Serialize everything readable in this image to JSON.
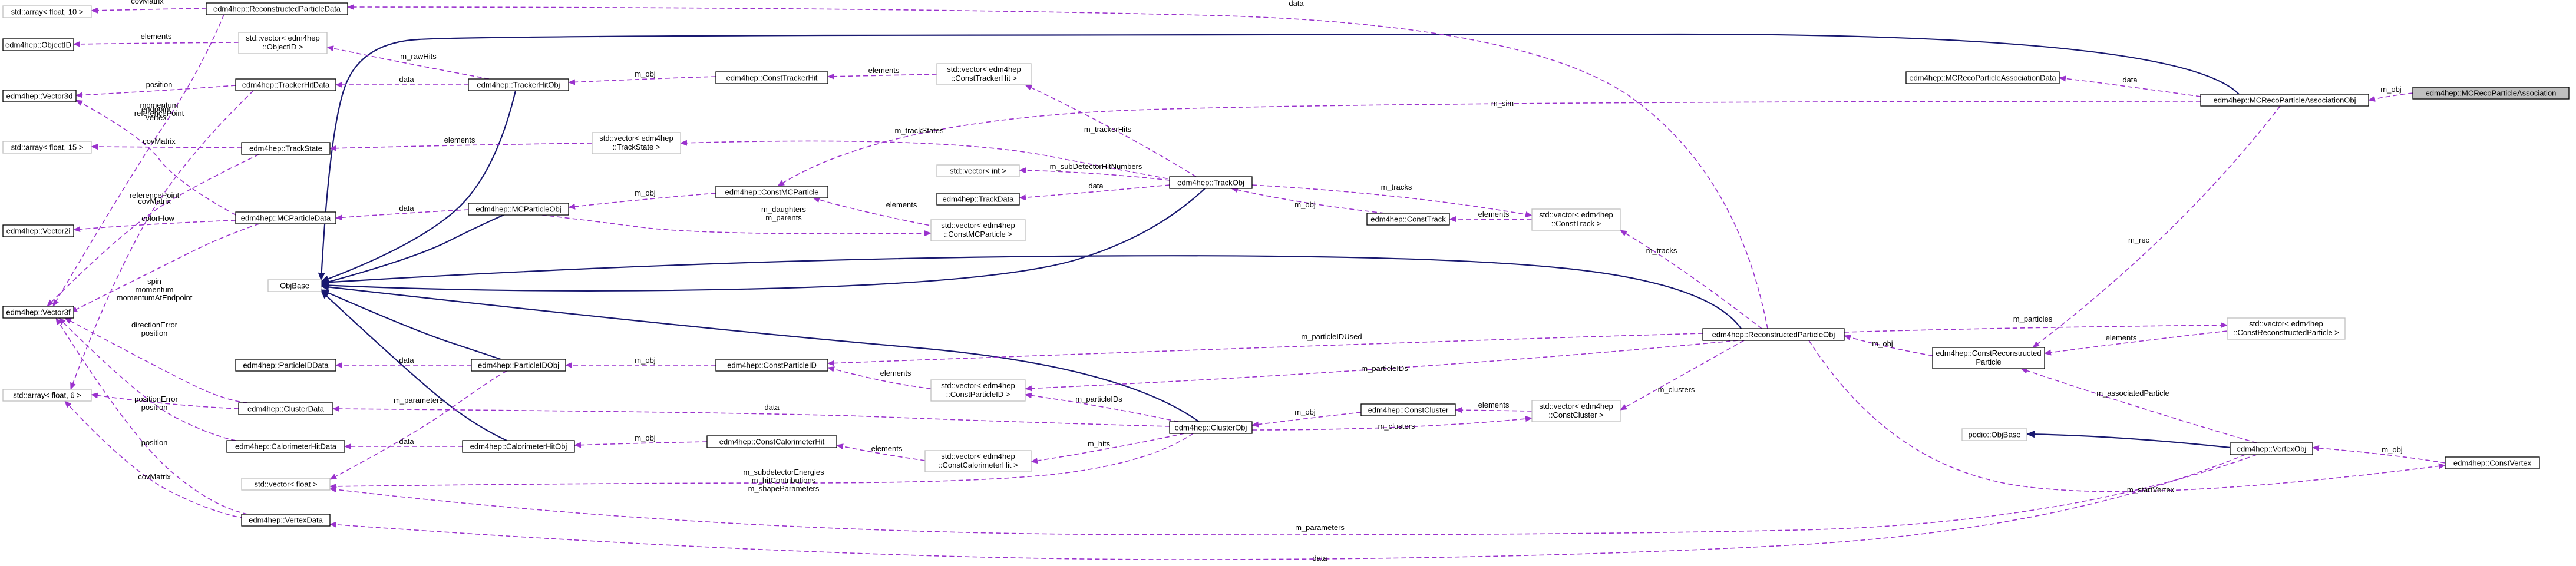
{
  "diagram": {
    "nodes": [
      {
        "id": "arr10",
        "label": [
          "std::array< float, 10 >"
        ],
        "style": "grey"
      },
      {
        "id": "objid",
        "label": [
          "edm4hep::ObjectID"
        ],
        "style": "normal"
      },
      {
        "id": "vec3d",
        "label": [
          "edm4hep::Vector3d"
        ],
        "style": "normal"
      },
      {
        "id": "arr15",
        "label": [
          "std::array< float, 15 >"
        ],
        "style": "grey"
      },
      {
        "id": "vec2i",
        "label": [
          "edm4hep::Vector2i"
        ],
        "style": "normal"
      },
      {
        "id": "vec3f",
        "label": [
          "edm4hep::Vector3f"
        ],
        "style": "normal"
      },
      {
        "id": "arr6",
        "label": [
          "std::array< float, 6 >"
        ],
        "style": "grey"
      },
      {
        "id": "recodata",
        "label": [
          "edm4hep::ReconstructedParticleData"
        ],
        "style": "normal"
      },
      {
        "id": "vecobjid",
        "label": [
          "std::vector< edm4hep",
          "::ObjectID >"
        ],
        "style": "grey"
      },
      {
        "id": "trkhitdata",
        "label": [
          "edm4hep::TrackerHitData"
        ],
        "style": "normal"
      },
      {
        "id": "trackstate",
        "label": [
          "edm4hep::TrackState"
        ],
        "style": "normal"
      },
      {
        "id": "mcpdata",
        "label": [
          "edm4hep::MCParticleData"
        ],
        "style": "normal"
      },
      {
        "id": "objbase",
        "label": [
          "ObjBase"
        ],
        "style": "grey"
      },
      {
        "id": "pidata",
        "label": [
          "edm4hep::ParticleIDData"
        ],
        "style": "normal"
      },
      {
        "id": "clusterdata",
        "label": [
          "edm4hep::ClusterData"
        ],
        "style": "normal"
      },
      {
        "id": "calohitdata",
        "label": [
          "edm4hep::CalorimeterHitData"
        ],
        "style": "normal"
      },
      {
        "id": "vecfloat",
        "label": [
          "std::vector< float >"
        ],
        "style": "grey"
      },
      {
        "id": "vertexdata",
        "label": [
          "edm4hep::VertexData"
        ],
        "style": "normal"
      },
      {
        "id": "trkhitobj",
        "label": [
          "edm4hep::TrackerHitObj"
        ],
        "style": "normal"
      },
      {
        "id": "mcpobj",
        "label": [
          "edm4hep::MCParticleObj"
        ],
        "style": "normal"
      },
      {
        "id": "piobj",
        "label": [
          "edm4hep::ParticleIDObj"
        ],
        "style": "normal"
      },
      {
        "id": "calohitobj",
        "label": [
          "edm4hep::CalorimeterHitObj"
        ],
        "style": "normal"
      },
      {
        "id": "consttrkhit",
        "label": [
          "edm4hep::ConstTrackerHit"
        ],
        "style": "normal"
      },
      {
        "id": "vectrkstate",
        "label": [
          "std::vector< edm4hep",
          "::TrackState >"
        ],
        "style": "grey"
      },
      {
        "id": "constmcp",
        "label": [
          "edm4hep::ConstMCParticle"
        ],
        "style": "normal"
      },
      {
        "id": "constpid",
        "label": [
          "edm4hep::ConstParticleID"
        ],
        "style": "normal"
      },
      {
        "id": "constcalohit",
        "label": [
          "edm4hep::ConstCalorimeterHit"
        ],
        "style": "normal"
      },
      {
        "id": "vecconsttrkhit",
        "label": [
          "std::vector< edm4hep",
          "::ConstTrackerHit >"
        ],
        "style": "grey"
      },
      {
        "id": "vecint",
        "label": [
          "std::vector< int >"
        ],
        "style": "grey"
      },
      {
        "id": "trackdata",
        "label": [
          "edm4hep::TrackData"
        ],
        "style": "normal"
      },
      {
        "id": "vecconstmcp",
        "label": [
          "std::vector< edm4hep",
          "::ConstMCParticle >"
        ],
        "style": "grey"
      },
      {
        "id": "vecconstpid",
        "label": [
          "std::vector< edm4hep",
          "::ConstParticleID >"
        ],
        "style": "grey"
      },
      {
        "id": "vecconstcalohit",
        "label": [
          "std::vector< edm4hep",
          "::ConstCalorimeterHit >"
        ],
        "style": "grey"
      },
      {
        "id": "trackobj",
        "label": [
          "edm4hep::TrackObj"
        ],
        "style": "normal"
      },
      {
        "id": "clusterobj",
        "label": [
          "edm4hep::ClusterObj"
        ],
        "style": "normal"
      },
      {
        "id": "consttrack",
        "label": [
          "edm4hep::ConstTrack"
        ],
        "style": "normal"
      },
      {
        "id": "constcluster",
        "label": [
          "edm4hep::ConstCluster"
        ],
        "style": "normal"
      },
      {
        "id": "vecconsttrack",
        "label": [
          "std::vector< edm4hep",
          "::ConstTrack >"
        ],
        "style": "grey"
      },
      {
        "id": "vecconstcluster",
        "label": [
          "std::vector< edm4hep",
          "::ConstCluster >"
        ],
        "style": "grey"
      },
      {
        "id": "recoobj",
        "label": [
          "edm4hep::ReconstructedParticleObj"
        ],
        "style": "normal"
      },
      {
        "id": "mcrecodata",
        "label": [
          "edm4hep::MCRecoParticleAssociationData"
        ],
        "style": "normal"
      },
      {
        "id": "mcrecoobj",
        "label": [
          "edm4hep::MCRecoParticleAssociationObj"
        ],
        "style": "normal"
      },
      {
        "id": "constreco",
        "label": [
          "edm4hep::ConstReconstructed",
          "Particle"
        ],
        "style": "normal"
      },
      {
        "id": "podioobjbase",
        "label": [
          "podio::ObjBase"
        ],
        "style": "grey"
      },
      {
        "id": "vecconstreco",
        "label": [
          "std::vector< edm4hep",
          "::ConstReconstructedParticle >"
        ],
        "style": "grey"
      },
      {
        "id": "vertexobj",
        "label": [
          "edm4hep::VertexObj"
        ],
        "style": "normal"
      },
      {
        "id": "constvertex",
        "label": [
          "edm4hep::ConstVertex"
        ],
        "style": "normal"
      },
      {
        "id": "mcreco",
        "label": [
          "edm4hep::MCRecoParticleAssociation"
        ],
        "style": "highlight"
      }
    ],
    "edges": [
      {
        "from": "objbase",
        "to": "trkhitobj",
        "kind": "inheritance",
        "label": []
      },
      {
        "from": "objbase",
        "to": "mcpobj",
        "kind": "inheritance",
        "label": []
      },
      {
        "from": "objbase",
        "to": "piobj",
        "kind": "inheritance",
        "label": []
      },
      {
        "from": "objbase",
        "to": "calohitobj",
        "kind": "inheritance",
        "label": []
      },
      {
        "from": "objbase",
        "to": "trackobj",
        "kind": "inheritance",
        "label": []
      },
      {
        "from": "objbase",
        "to": "clusterobj",
        "kind": "inheritance",
        "label": []
      },
      {
        "from": "objbase",
        "to": "recoobj",
        "kind": "inheritance",
        "label": []
      },
      {
        "from": "objbase",
        "to": "mcrecoobj",
        "kind": "inheritance",
        "label": []
      },
      {
        "from": "podioobjbase",
        "to": "vertexobj",
        "kind": "inheritance",
        "label": []
      },
      {
        "from": "arr10",
        "to": "recodata",
        "kind": "usage",
        "label": [
          "covMatrix"
        ]
      },
      {
        "from": "objid",
        "to": "vecobjid",
        "kind": "usage",
        "label": [
          "elements"
        ]
      },
      {
        "from": "vec3d",
        "to": "trkhitdata",
        "kind": "usage",
        "label": [
          "position"
        ]
      },
      {
        "from": "vec3d",
        "to": "mcpdata",
        "kind": "usage",
        "label": [
          "endpoint",
          "vertex"
        ]
      },
      {
        "from": "arr15",
        "to": "trackstate",
        "kind": "usage",
        "label": [
          "covMatrix"
        ]
      },
      {
        "from": "vec2i",
        "to": "mcpdata",
        "kind": "usage",
        "label": [
          "colorFlow"
        ]
      },
      {
        "from": "vec3f",
        "to": "recodata",
        "kind": "usage",
        "label": [
          "momentum",
          "referencePoint"
        ]
      },
      {
        "from": "vec3f",
        "to": "trackstate",
        "kind": "usage",
        "label": [
          "referencePoint"
        ]
      },
      {
        "from": "vec3f",
        "to": "mcpdata",
        "kind": "usage",
        "label": [
          "spin",
          "momentum",
          "momentumAtEndpoint"
        ]
      },
      {
        "from": "vec3f",
        "to": "clusterdata",
        "kind": "usage",
        "label": [
          "directionError",
          "position"
        ]
      },
      {
        "from": "vec3f",
        "to": "calohitdata",
        "kind": "usage",
        "label": [
          "position"
        ]
      },
      {
        "from": "vec3f",
        "to": "vertexdata",
        "kind": "usage",
        "label": [
          "position"
        ]
      },
      {
        "from": "arr6",
        "to": "trkhitdata",
        "kind": "usage",
        "label": [
          "covMatrix"
        ]
      },
      {
        "from": "arr6",
        "to": "clusterdata",
        "kind": "usage",
        "label": [
          "positionError"
        ]
      },
      {
        "from": "arr6",
        "to": "vertexdata",
        "kind": "usage",
        "label": [
          "covMatrix"
        ]
      },
      {
        "from": "recodata",
        "to": "recoobj",
        "kind": "usage",
        "label": [
          "data"
        ]
      },
      {
        "from": "vecobjid",
        "to": "trkhitobj",
        "kind": "usage",
        "label": [
          "m_rawHits"
        ]
      },
      {
        "from": "trkhitdata",
        "to": "trkhitobj",
        "kind": "usage",
        "label": [
          "data"
        ]
      },
      {
        "from": "trackstate",
        "to": "vectrkstate",
        "kind": "usage",
        "label": [
          "elements"
        ]
      },
      {
        "from": "mcpdata",
        "to": "mcpobj",
        "kind": "usage",
        "label": [
          "data"
        ]
      },
      {
        "from": "pidata",
        "to": "piobj",
        "kind": "usage",
        "label": [
          "data"
        ]
      },
      {
        "from": "clusterdata",
        "to": "clusterobj",
        "kind": "usage",
        "label": [
          "data"
        ]
      },
      {
        "from": "calohitdata",
        "to": "calohitobj",
        "kind": "usage",
        "label": [
          "data"
        ]
      },
      {
        "from": "vecfloat",
        "to": "piobj",
        "kind": "usage",
        "label": [
          "m_parameters"
        ]
      },
      {
        "from": "vecfloat",
        "to": "clusterobj",
        "kind": "usage",
        "label": [
          "m_subdetectorEnergies",
          "m_hitContributions",
          "m_shapeParameters"
        ]
      },
      {
        "from": "vecfloat",
        "to": "vertexobj",
        "kind": "usage",
        "label": [
          "m_parameters"
        ]
      },
      {
        "from": "vertexdata",
        "to": "vertexobj",
        "kind": "usage",
        "label": [
          "data"
        ]
      },
      {
        "from": "trkhitobj",
        "to": "consttrkhit",
        "kind": "usage",
        "label": [
          "m_obj"
        ]
      },
      {
        "from": "mcpobj",
        "to": "constmcp",
        "kind": "usage",
        "label": [
          "m_obj"
        ]
      },
      {
        "from": "piobj",
        "to": "constpid",
        "kind": "usage",
        "label": [
          "m_obj"
        ]
      },
      {
        "from": "calohitobj",
        "to": "constcalohit",
        "kind": "usage",
        "label": [
          "m_obj"
        ]
      },
      {
        "from": "consttrkhit",
        "to": "vecconsttrkhit",
        "kind": "usage",
        "label": [
          "elements"
        ]
      },
      {
        "from": "vectrkstate",
        "to": "trackobj",
        "kind": "usage",
        "label": [
          "m_trackStates"
        ]
      },
      {
        "from": "constmcp",
        "to": "vecconstmcp",
        "kind": "usage",
        "label": [
          "elements"
        ]
      },
      {
        "from": "vecconstmcp",
        "to": "mcpobj",
        "kind": "usage",
        "label": [
          "m_daughters",
          "m_parents"
        ]
      },
      {
        "from": "constmcp",
        "to": "mcrecoobj",
        "kind": "usage",
        "label": [
          "m_sim"
        ]
      },
      {
        "from": "constpid",
        "to": "vecconstpid",
        "kind": "usage",
        "label": [
          "elements"
        ]
      },
      {
        "from": "constpid",
        "to": "recoobj",
        "kind": "usage",
        "label": [
          "m_particleIDUsed"
        ]
      },
      {
        "from": "constcalohit",
        "to": "vecconstcalohit",
        "kind": "usage",
        "label": [
          "elements"
        ]
      },
      {
        "from": "vecconsttrkhit",
        "to": "trackobj",
        "kind": "usage",
        "label": [
          "m_trackerHits"
        ]
      },
      {
        "from": "vecint",
        "to": "trackobj",
        "kind": "usage",
        "label": [
          "m_subDetectorHitNumbers"
        ]
      },
      {
        "from": "trackdata",
        "to": "trackobj",
        "kind": "usage",
        "label": [
          "data"
        ]
      },
      {
        "from": "vecconstpid",
        "to": "clusterobj",
        "kind": "usage",
        "label": [
          "m_particleIDs"
        ]
      },
      {
        "from": "vecconstpid",
        "to": "recoobj",
        "kind": "usage",
        "label": [
          "m_particleIDs"
        ]
      },
      {
        "from": "vecconstcalohit",
        "to": "clusterobj",
        "kind": "usage",
        "label": [
          "m_hits"
        ]
      },
      {
        "from": "trackobj",
        "to": "consttrack",
        "kind": "usage",
        "label": [
          "m_obj"
        ]
      },
      {
        "from": "vecconsttrack",
        "to": "trackobj",
        "kind": "usage",
        "label": [
          "m_tracks"
        ]
      },
      {
        "from": "consttrack",
        "to": "vecconsttrack",
        "kind": "usage",
        "label": [
          "elements"
        ]
      },
      {
        "from": "vecconsttrack",
        "to": "recoobj",
        "kind": "usage",
        "label": [
          "m_tracks"
        ]
      },
      {
        "from": "clusterobj",
        "to": "constcluster",
        "kind": "usage",
        "label": [
          "m_obj"
        ]
      },
      {
        "from": "constcluster",
        "to": "vecconstcluster",
        "kind": "usage",
        "label": [
          "elements"
        ]
      },
      {
        "from": "vecconstcluster",
        "to": "clusterobj",
        "kind": "usage",
        "label": [
          "m_clusters"
        ]
      },
      {
        "from": "vecconstcluster",
        "to": "recoobj",
        "kind": "usage",
        "label": [
          "m_clusters"
        ]
      },
      {
        "from": "mcrecodata",
        "to": "mcrecoobj",
        "kind": "usage",
        "label": [
          "data"
        ]
      },
      {
        "from": "recoobj",
        "to": "constreco",
        "kind": "usage",
        "label": [
          "m_obj"
        ]
      },
      {
        "from": "constreco",
        "to": "vecconstreco",
        "kind": "usage",
        "label": [
          "elements"
        ]
      },
      {
        "from": "vecconstreco",
        "to": "recoobj",
        "kind": "usage",
        "label": [
          "m_particles"
        ]
      },
      {
        "from": "constreco",
        "to": "mcrecoobj",
        "kind": "usage",
        "label": [
          "m_rec"
        ]
      },
      {
        "from": "constreco",
        "to": "vertexobj",
        "kind": "usage",
        "label": [
          "m_associatedParticle"
        ]
      },
      {
        "from": "vertexobj",
        "to": "constvertex",
        "kind": "usage",
        "label": [
          "m_obj"
        ]
      },
      {
        "from": "constvertex",
        "to": "recoobj",
        "kind": "usage",
        "label": [
          "m_startVertex"
        ]
      },
      {
        "from": "mcrecoobj",
        "to": "mcreco",
        "kind": "usage",
        "label": [
          "m_obj"
        ]
      }
    ]
  }
}
